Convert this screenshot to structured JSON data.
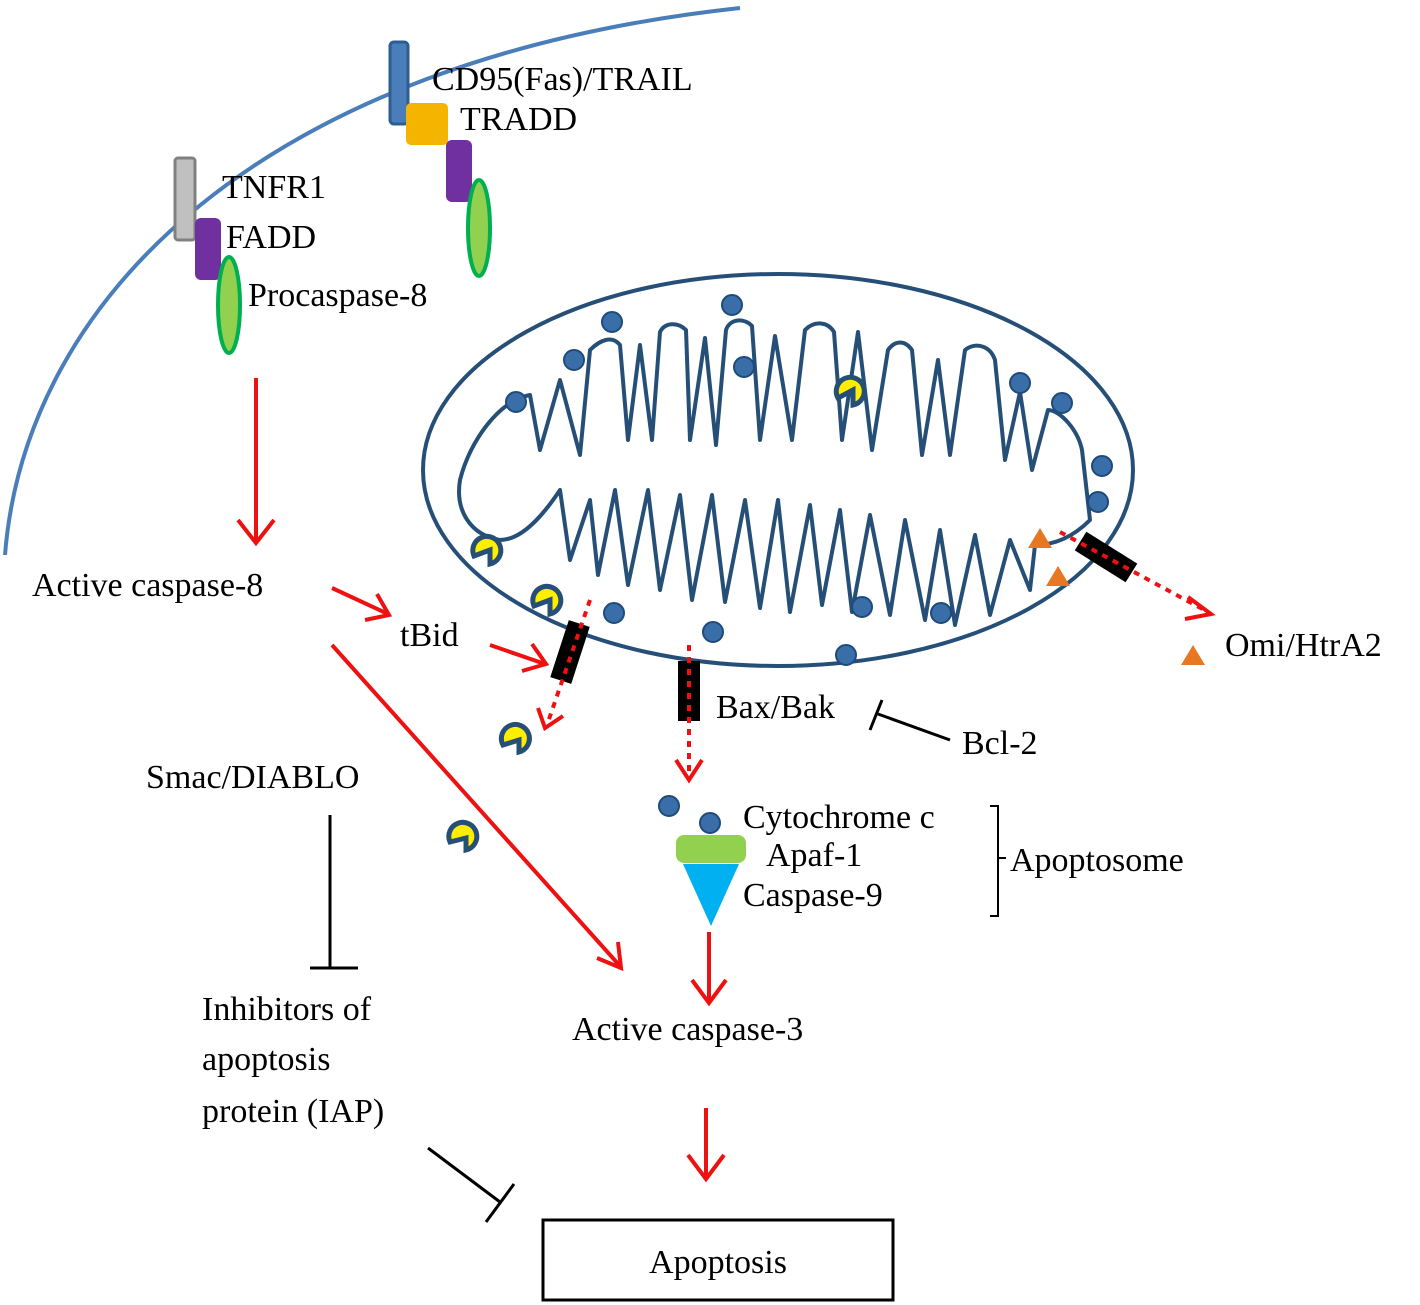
{
  "labels": {
    "cd95": "CD95(Fas)/TRAIL",
    "tradd": "TRADD",
    "tnfr1": "TNFR1",
    "fadd": "FADD",
    "procaspase8": "Procaspase-8",
    "active_caspase8": "Active caspase-8",
    "tbid": "tBid",
    "bax_bak": "Bax/Bak",
    "bcl2": "Bcl-2",
    "omi": "Omi/HtrA2",
    "smac": "Smac/DIABLO",
    "cytochrome": "Cytochrome c",
    "apaf1": "Apaf-1",
    "caspase9": "Caspase-9",
    "apoptosome": "Apoptosome",
    "iap_line1": "Inhibitors of",
    "iap_line2": "apoptosis",
    "iap_line3": "protein (IAP)",
    "active_caspase3": "Active caspase-3",
    "apoptosis": "Apoptosis"
  },
  "colors": {
    "membrane": "#4a7ebb",
    "mito_outline": "#264f78",
    "activation_arrow": "#ee1111",
    "inhibition": "#000000",
    "cd95_receptor": "#4a7ebb",
    "tnfr1_receptor": "#c0c0c0",
    "tradd": "#f5b400",
    "fadd": "#7030a0",
    "procaspase8": "#92d050",
    "procaspase8_border": "#00b050",
    "cytochrome_c": "#3a6ea8",
    "smac": "#ffee00",
    "omi": "#e87722",
    "apaf1": "#92d050",
    "caspase9": "#00b0f0",
    "pore": "#000000"
  }
}
